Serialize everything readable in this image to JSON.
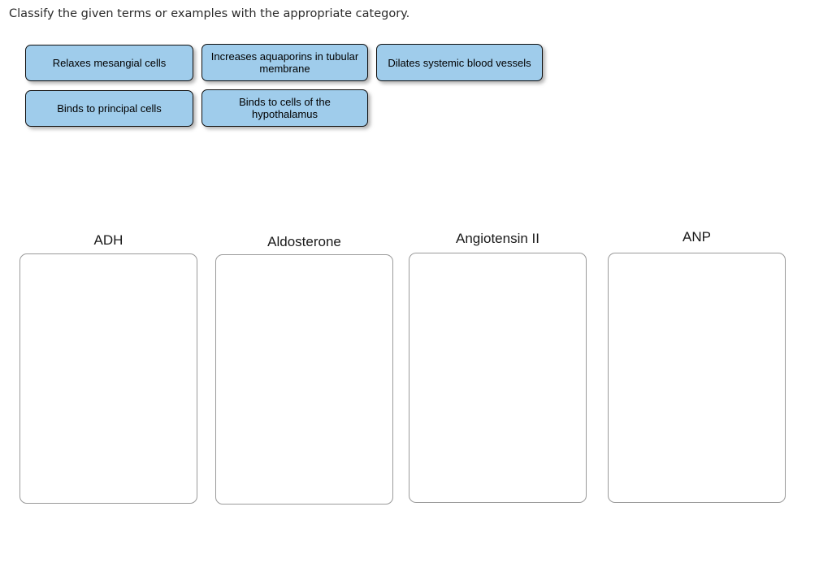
{
  "prompt": {
    "text": "Classify the given terms or examples with the appropriate category."
  },
  "tile_bank": {
    "tiles": [
      {
        "id": "relaxes-mesangial-cells",
        "label": "Relaxes mesangial cells"
      },
      {
        "id": "increases-aquaporins",
        "label": "Increases aquaporins in tubular membrane"
      },
      {
        "id": "dilates-systemic-blood-vessels",
        "label": "Dilates systemic blood vessels"
      },
      {
        "id": "binds-to-principal-cells",
        "label": "Binds to principal cells"
      },
      {
        "id": "binds-to-cells-of-hypothalamus",
        "label": "Binds to cells of the hypothalamus"
      }
    ]
  },
  "categories": [
    {
      "id": "adh",
      "label": "ADH",
      "items": []
    },
    {
      "id": "aldosterone",
      "label": "Aldosterone",
      "items": []
    },
    {
      "id": "angiotensin-ii",
      "label": "Angiotensin II",
      "items": []
    },
    {
      "id": "anp",
      "label": "ANP",
      "items": []
    }
  ],
  "colors": {
    "tile_fill": "#9fcceb",
    "tile_border": "#101010",
    "dropzone_border": "#9a9a9a",
    "page_background": "#ffffff",
    "prompt_text": "#2b2b2b"
  }
}
